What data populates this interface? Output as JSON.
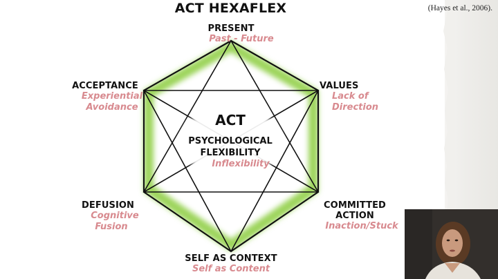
{
  "slide": {
    "title": "ACT HEXAFLEX",
    "citation": "(Hayes et al., 2006)."
  },
  "diagram": {
    "center": {
      "main": "ACT",
      "line1": "PSYCHOLOGICAL",
      "line2": "FLEXIBILITY",
      "opposite": "Inflexibility"
    },
    "nodes": {
      "present": {
        "label": "PRESENT",
        "opposite": "Past - Future"
      },
      "values": {
        "label": "VALUES",
        "opposite": "Lack of Direction"
      },
      "committed": {
        "label_line1": "COMMITTED",
        "label_line2": "ACTION",
        "opposite": "Inaction/Stuck"
      },
      "self": {
        "label": "SELF AS CONTEXT",
        "opposite": "Self as Content"
      },
      "defusion": {
        "label": "DEFUSION",
        "opposite_line1": "Cognitive",
        "opposite_line2": "Fusion"
      },
      "acceptance": {
        "label": "ACCEPTANCE",
        "opposite_line1": "Experiential",
        "opposite_line2": "Avoidance"
      }
    },
    "colors": {
      "hexagon_glow": "#9cd45a",
      "hexagon_stroke": "#111111",
      "opposite_text": "#d88a8f"
    }
  },
  "webcam": {
    "name": "presenter-video"
  }
}
